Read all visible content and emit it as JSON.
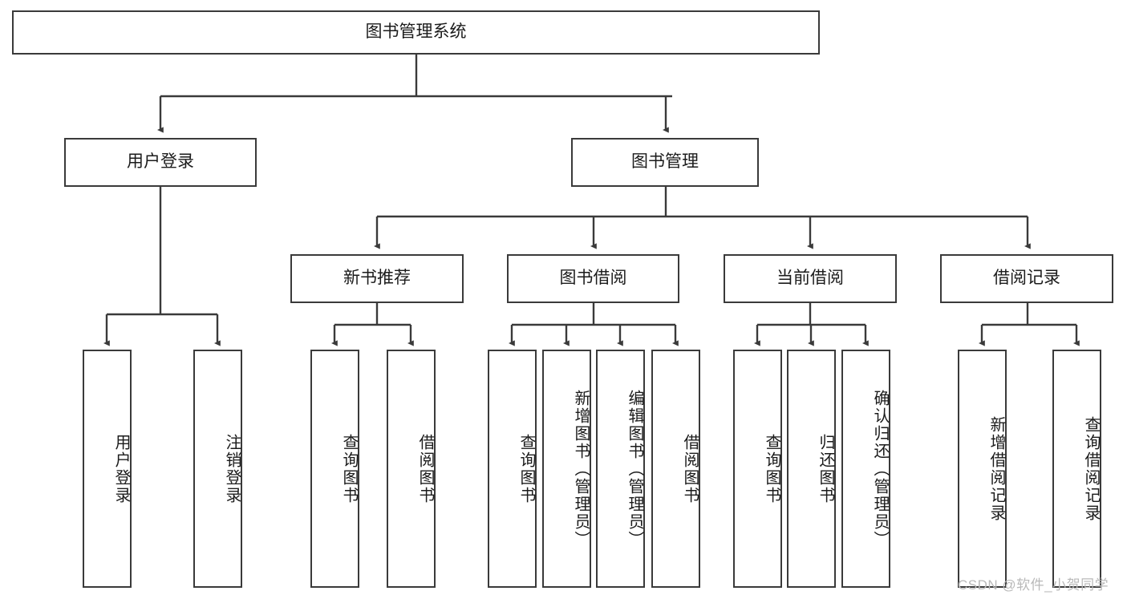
{
  "diagram": {
    "title": "图书管理系统",
    "type": "tree-hierarchy-chart",
    "root": {
      "label": "图书管理系统"
    },
    "level2": [
      {
        "label": "用户登录"
      },
      {
        "label": "图书管理"
      }
    ],
    "level3": [
      {
        "label": "新书推荐"
      },
      {
        "label": "图书借阅"
      },
      {
        "label": "当前借阅"
      },
      {
        "label": "借阅记录"
      }
    ],
    "leaves": {
      "user_login": [
        {
          "label": "用户登录"
        },
        {
          "label": "注销登录"
        }
      ],
      "new_book_recommend": [
        {
          "label": "查询图书"
        },
        {
          "label": "借阅图书"
        }
      ],
      "book_borrow": [
        {
          "label": "查询图书"
        },
        {
          "label": "新增图书（管理员）"
        },
        {
          "label": "编辑图书（管理员）"
        },
        {
          "label": "借阅图书"
        }
      ],
      "current_borrow": [
        {
          "label": "查询图书"
        },
        {
          "label": "归还图书"
        },
        {
          "label": "确认归还（管理员）"
        }
      ],
      "borrow_record": [
        {
          "label": "新增借阅记录"
        },
        {
          "label": "查询借阅记录"
        }
      ]
    }
  },
  "watermark": {
    "text": "CSDN @软件_小贺同学"
  },
  "colors": {
    "stroke": "#3a3a3a",
    "text": "#1b1b1b",
    "background": "#ffffff",
    "watermark": "#b9b9b9"
  }
}
